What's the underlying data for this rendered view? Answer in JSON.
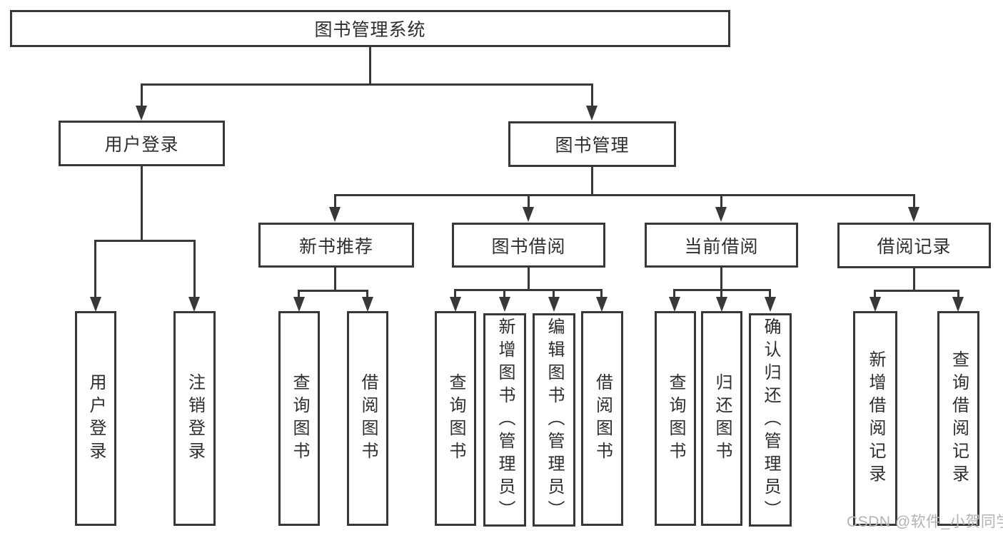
{
  "root": {
    "label": "图书管理系统"
  },
  "level2": [
    {
      "label": "用户登录",
      "children": [
        "用户登录",
        "注销登录"
      ]
    },
    {
      "label": "图书管理"
    }
  ],
  "modules": [
    {
      "label": "新书推荐",
      "children": [
        "查询图书",
        "借阅图书"
      ]
    },
    {
      "label": "图书借阅",
      "children": [
        "查询图书",
        "新增图书（管理员）",
        "编辑图书（管理员）",
        "借阅图书"
      ]
    },
    {
      "label": "当前借阅",
      "children": [
        "查询图书",
        "归还图书",
        "确认归还（管理员）"
      ]
    },
    {
      "label": "借阅记录",
      "children": [
        "新增借阅记录",
        "查询借阅记录"
      ]
    }
  ],
  "watermark": {
    "text": "CSDN @软件_小贺同学"
  },
  "colors": {
    "line": "#383838",
    "text": "#2e2e2e",
    "watermark": "#b3b3b6",
    "background": "#ffffff"
  }
}
